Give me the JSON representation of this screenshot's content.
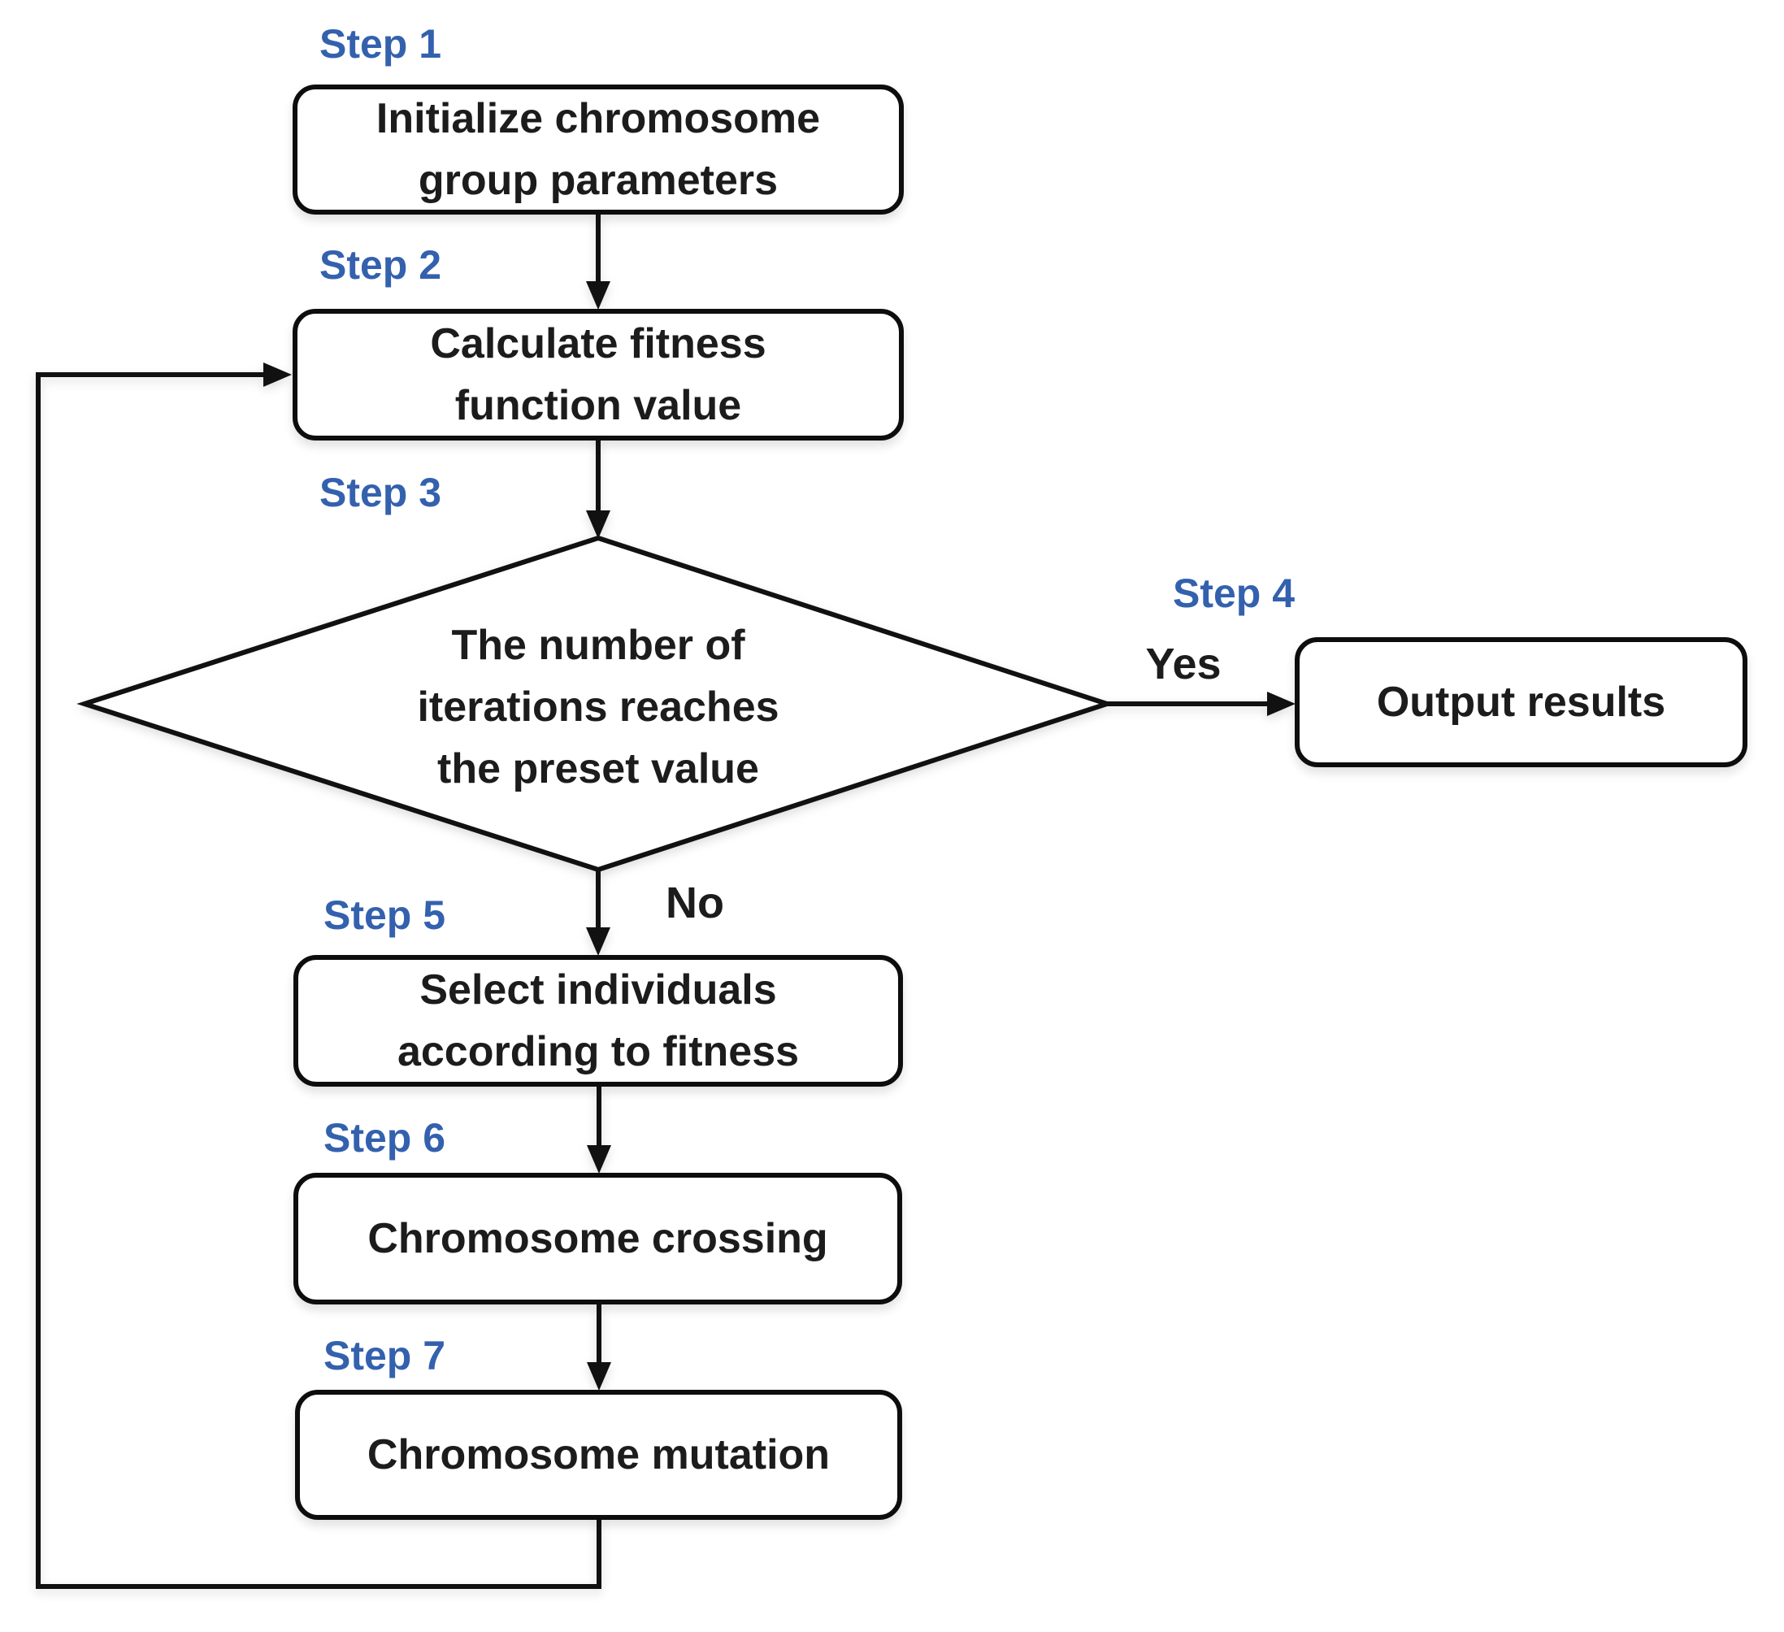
{
  "figure": {
    "background": "#ffffff",
    "accent_blue": "#3461ae",
    "line_color": "#111111",
    "text_color": "#1c1c1c"
  },
  "nodes": {
    "step1": {
      "label": "Step 1",
      "text": "Initialize chromosome\ngroup parameters"
    },
    "step2": {
      "label": "Step 2",
      "text": "Calculate fitness\nfunction value"
    },
    "step3": {
      "label": "Step 3",
      "text": "The number of\niterations reaches\nthe preset value"
    },
    "step4": {
      "label": "Step 4",
      "text": "Output results"
    },
    "step5": {
      "label": "Step 5",
      "text": "Select individuals\naccording to fitness"
    },
    "step6": {
      "label": "Step 6",
      "text": "Chromosome crossing"
    },
    "step7": {
      "label": "Step 7",
      "text": "Chromosome mutation"
    }
  },
  "branches": {
    "yes_label": "Yes",
    "no_label": "No"
  }
}
